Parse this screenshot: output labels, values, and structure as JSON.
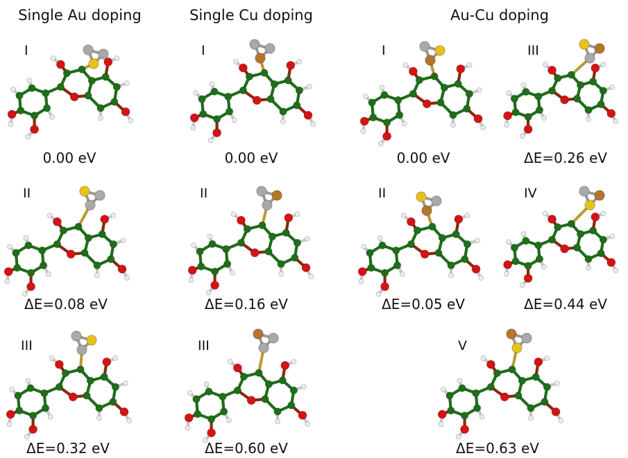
{
  "headers": {
    "au": "Single Au doping",
    "cu": "Single Cu doping",
    "aucu": "Au-Cu doping"
  },
  "colors": {
    "carbon": "#1f6e1a",
    "oxygen": "#d21414",
    "hydrogen": "#ececec",
    "gold": "#e6c21e",
    "copper": "#b5762b",
    "silicon": "#a9a9a9"
  },
  "panels": [
    {
      "id": "au1",
      "label": "I",
      "energy": "0.00 eV",
      "cluster": [
        "gold",
        "silicon",
        "silicon"
      ]
    },
    {
      "id": "au2",
      "label": "II",
      "energy": "ΔE=0.08 eV",
      "cluster": [
        "silicon",
        "gold",
        "silicon"
      ]
    },
    {
      "id": "au3",
      "label": "III",
      "energy": "ΔE=0.32 eV",
      "cluster": [
        "silicon",
        "silicon",
        "gold"
      ]
    },
    {
      "id": "cu1",
      "label": "I",
      "energy": "0.00 eV",
      "cluster": [
        "copper",
        "silicon",
        "silicon"
      ]
    },
    {
      "id": "cu2",
      "label": "II",
      "energy": "ΔE=0.16 eV",
      "cluster": [
        "silicon",
        "silicon",
        "copper"
      ]
    },
    {
      "id": "cu3",
      "label": "III",
      "energy": "ΔE=0.60 eV",
      "cluster": [
        "silicon",
        "copper",
        "silicon"
      ]
    },
    {
      "id": "ac1",
      "label": "I",
      "energy": "0.00 eV",
      "cluster": [
        "copper",
        "silicon",
        "gold"
      ]
    },
    {
      "id": "ac2",
      "label": "II",
      "energy": "ΔE=0.05 eV",
      "cluster": [
        "copper",
        "gold",
        "silicon"
      ]
    },
    {
      "id": "ac3",
      "label": "III",
      "energy": "ΔE=0.26 eV",
      "cluster": [
        "silicon",
        "gold",
        "copper"
      ]
    },
    {
      "id": "ac4",
      "label": "IV",
      "energy": "ΔE=0.44 eV",
      "cluster": [
        "gold",
        "silicon",
        "copper"
      ]
    },
    {
      "id": "ac5",
      "label": "V",
      "energy": "ΔE=0.63 eV",
      "cluster": [
        "gold",
        "copper",
        "silicon"
      ]
    }
  ]
}
